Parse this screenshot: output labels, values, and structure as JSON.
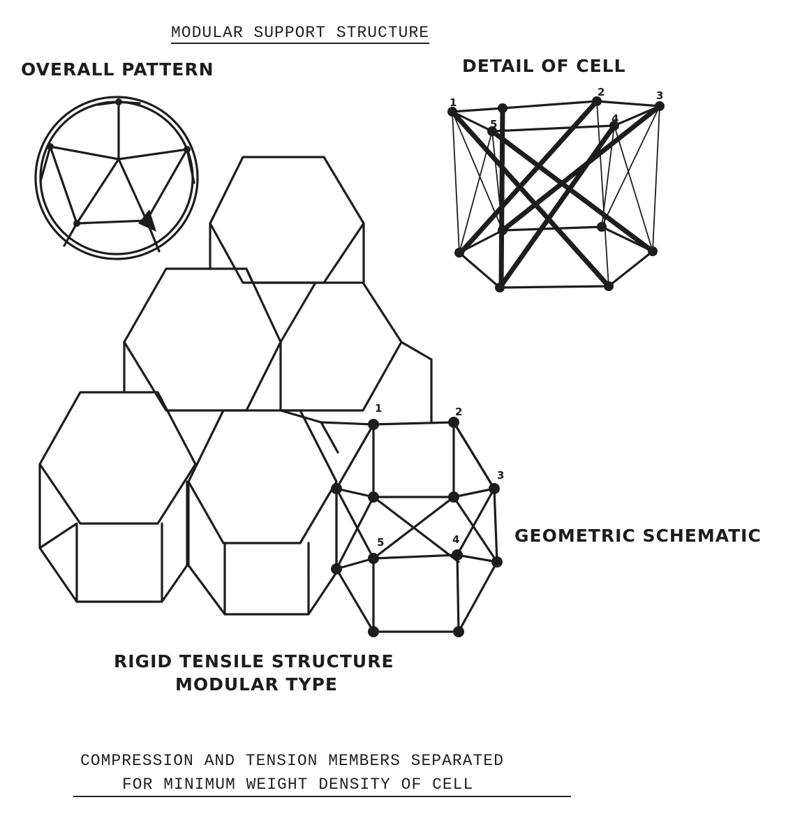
{
  "title": "MODULAR SUPPORT STRUCTURE",
  "labels": {
    "overall_pattern": "OVERALL PATTERN",
    "detail_of_cell": "DETAIL OF CELL",
    "geometric_schematic": "GEOMETRIC SCHEMATIC",
    "rigid_line1": "RIGID TENSILE STRUCTURE",
    "rigid_line2": "MODULAR TYPE"
  },
  "footer": {
    "line1": "COMPRESSION AND TENSION MEMBERS SEPARATED",
    "line2": "FOR MINIMUM WEIGHT DENSITY OF CELL"
  },
  "node_numbers": {
    "schematic": [
      "1",
      "2",
      "3",
      "4",
      "5"
    ],
    "cell": [
      "1",
      "2",
      "3",
      "4",
      "5"
    ]
  },
  "colors": {
    "ink": "#1d1d1d",
    "paper": "#ffffff"
  }
}
